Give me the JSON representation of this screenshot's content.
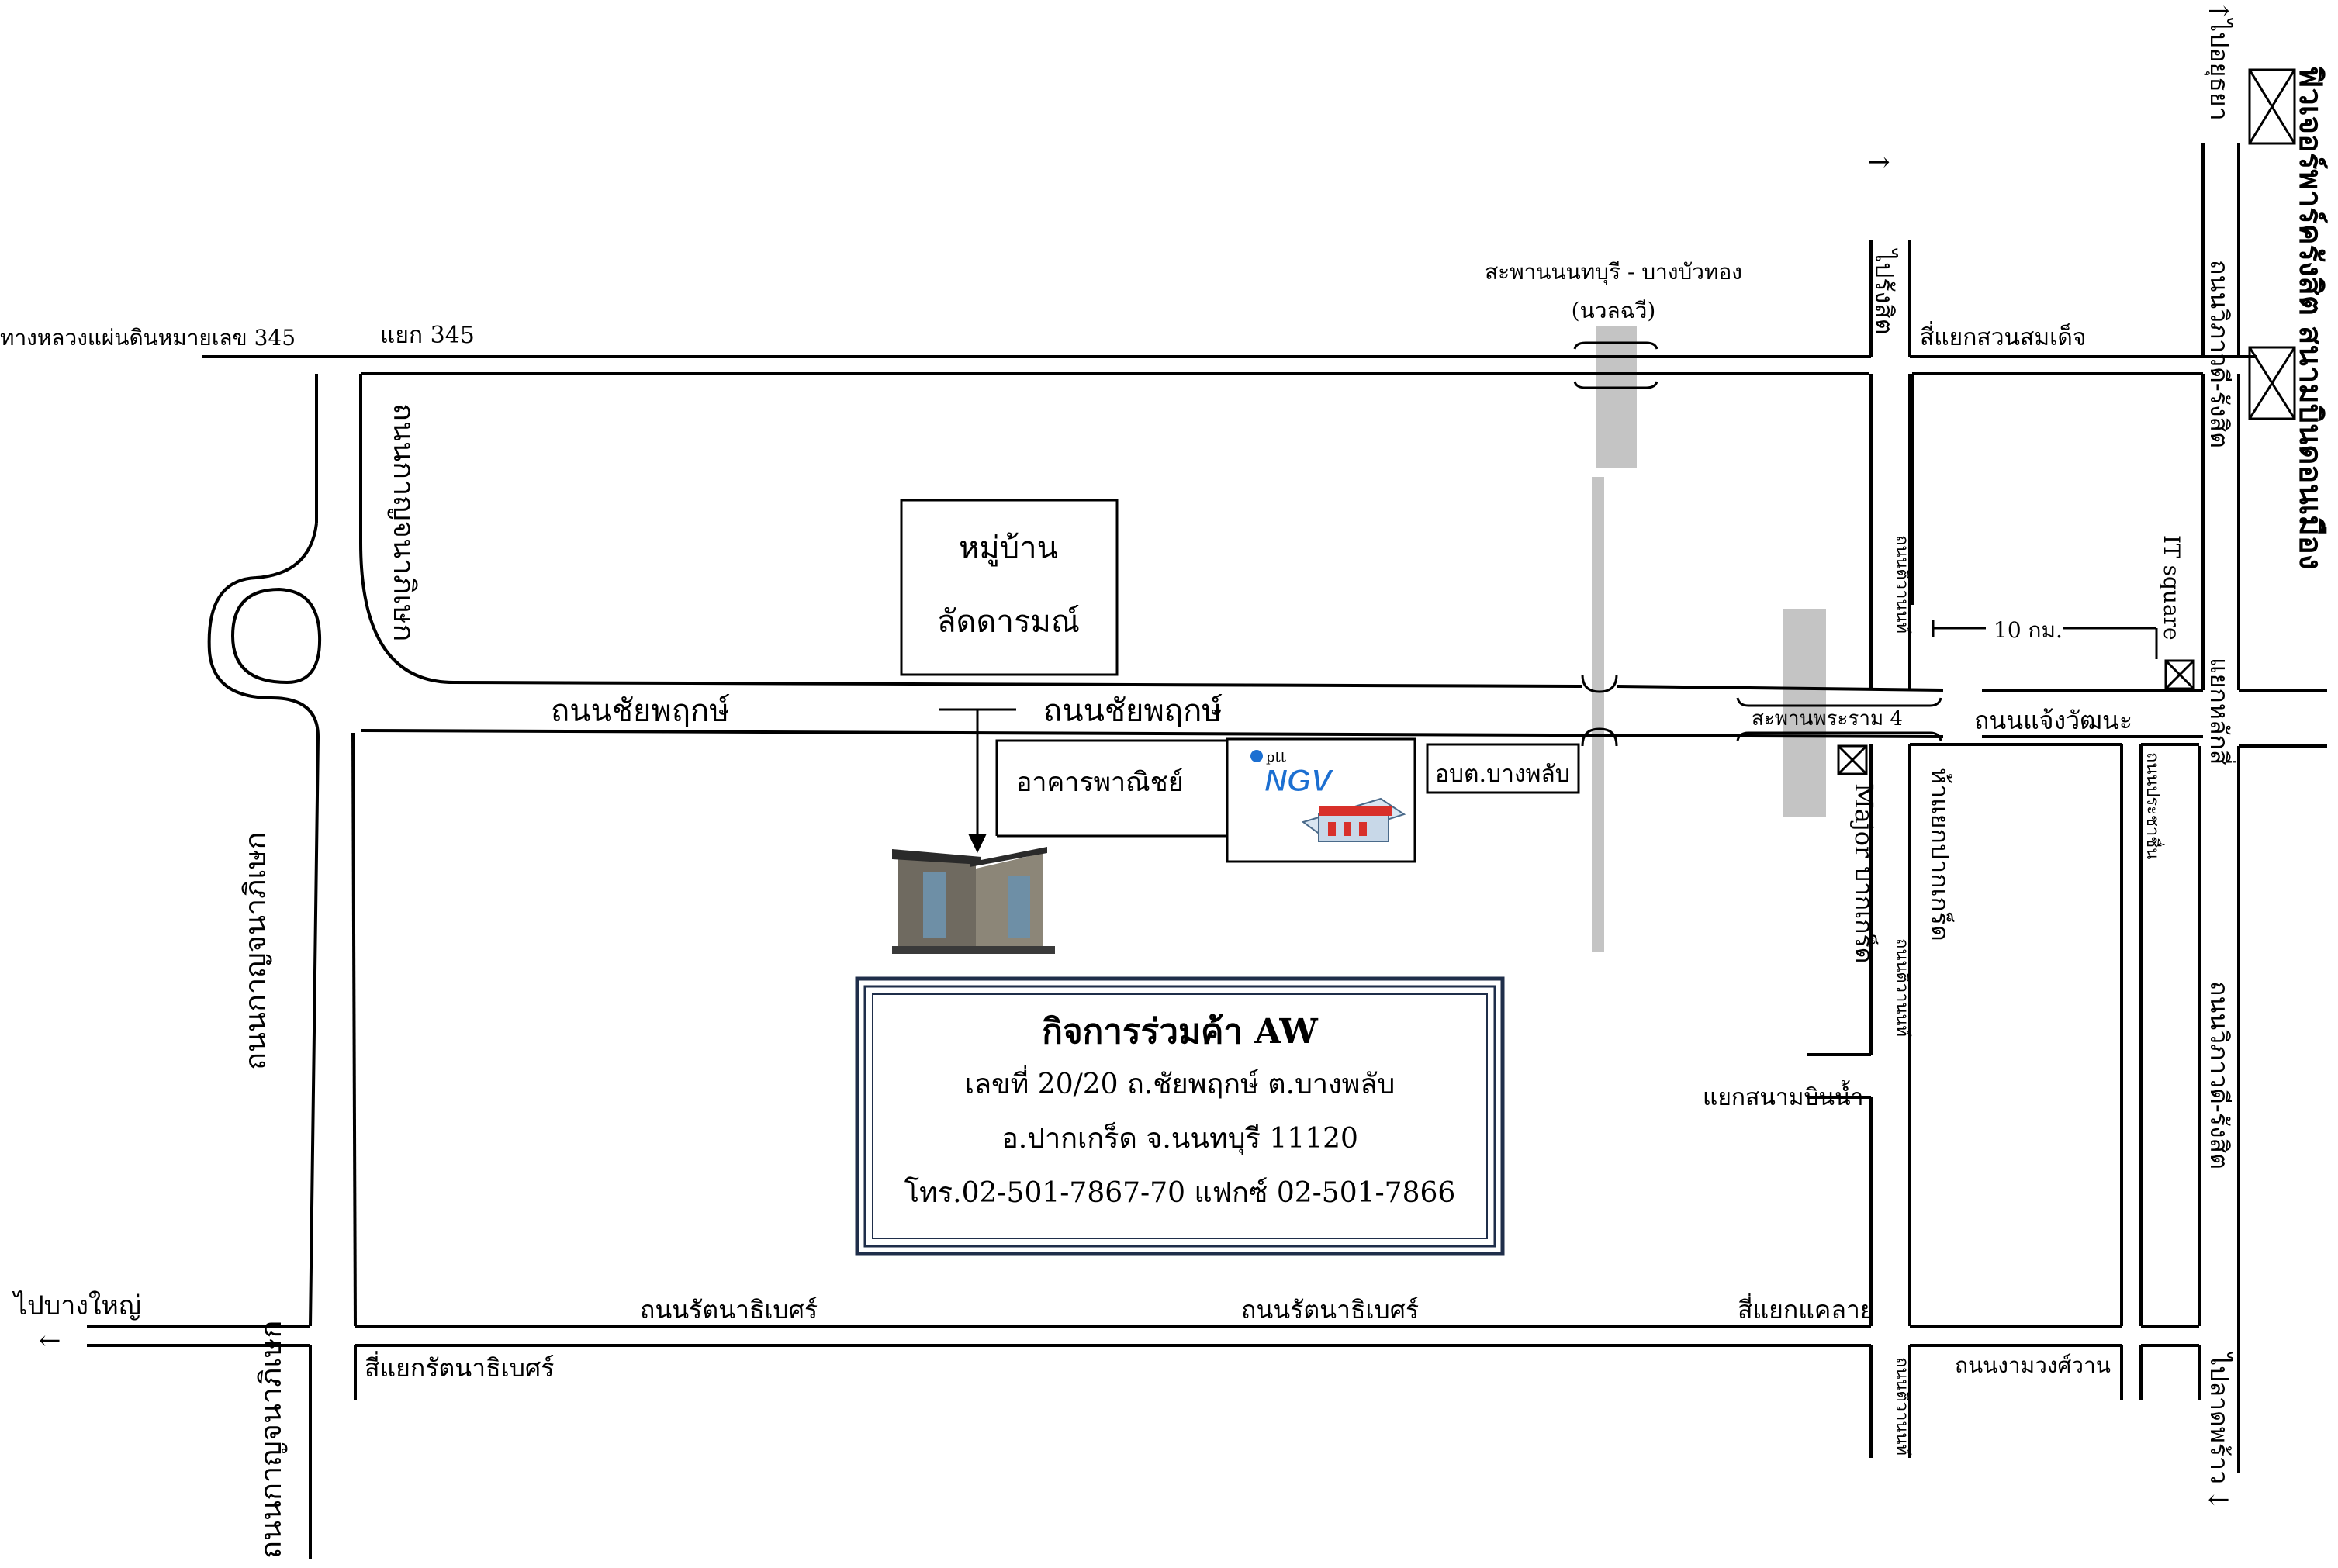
{
  "roads": {
    "highway_345": "ทางหลวงแผ่นดินหมายเลข 345",
    "junction_345": "แยก 345",
    "chaiyaphruek_left": "ถนนชัยพฤกษ์",
    "chaiyaphruek_mid": "ถนนชัยพฤกษ์",
    "kanchanaphisek_upper": "ถนนกาญจนาภิเษก",
    "kanchanaphisek_mid": "ถนนกาญจนาภิเษก",
    "kanchanaphisek_lower": "ถนนกาญจนาภิเษก",
    "rattanathibet_left": "ถนนรัตนาธิเบศร์",
    "rattanathibet_right": "ถนนรัตนาธิเบศร์",
    "tiwanon_upper": "ถนนติวานนท์",
    "tiwanon_mid": "ถนนติวานนท์",
    "tiwanon_lower": "ถนนติวานนท์",
    "chaeng_watthana": "ถนนแจ้งวัฒนะ",
    "vibhavadi_upper": "ถนนวิภาวดี-รังสิต",
    "vibhavadi_lower": "ถนนวิภาวดี-รังสิต",
    "ngam_wong_wan": "ถนนงามวงศ์วาน",
    "prachachuen": "ถนนประชาชื่น"
  },
  "places": {
    "village_line1": "หมู่บ้าน",
    "village_line2": "ลัดดารมณ์",
    "commercial_building": "อาคารพาณิชย์",
    "obt_bang_phlap": "อบต.บางพลับ",
    "bridge_top_line1": "สะพานนนทบุรี - บางบัวทอง",
    "bridge_top_line2": "(นวลฉวี)",
    "bridge_rama4": "สะพานพระราม 4",
    "major_pakkret": "Major ปากเกร็ด",
    "pakkret_intersection": "ห้าแยกปากเกร็ด",
    "it_square": "IT square",
    "distance": "10 กม.",
    "suan_somdet": "สี่แยกสวนสมเด็จ",
    "sanam_bin_nam": "แยกสนามบินน้ำ",
    "khae_lai": "สี่แยกแคลาย",
    "rattanathibet_junction": "สี่แยกรัตนาธิเบศร์",
    "lak_si": "แยกหลักสี่",
    "don_mueang": "สนามบินดอนเมือง",
    "future_park": "ฟิวเจอร์พาร์ครังสิต"
  },
  "directions": {
    "to_bang_yai": "ไปบางใหญ่",
    "to_rangsit_tiwanon": "ไปรังสิต",
    "to_ayutthaya": "ไปอยุธยา",
    "to_lat_phrao": "ไปลาดพร้าว",
    "arrow_left": "←",
    "arrow_up": "↑",
    "arrow_down": "↓"
  },
  "company": {
    "name": "กิจการร่วมค้า AW",
    "address1": "เลขที่ 20/20 ถ.ชัยพฤกษ์ ต.บางพลับ",
    "address2": "อ.ปากเกร็ด จ.นนทบุรี 11120",
    "phone": "โทร.02-501-7867-70 แฟกซ์ 02-501-7866"
  },
  "logo": {
    "ptt": "ptt",
    "ngv": "NGV"
  }
}
